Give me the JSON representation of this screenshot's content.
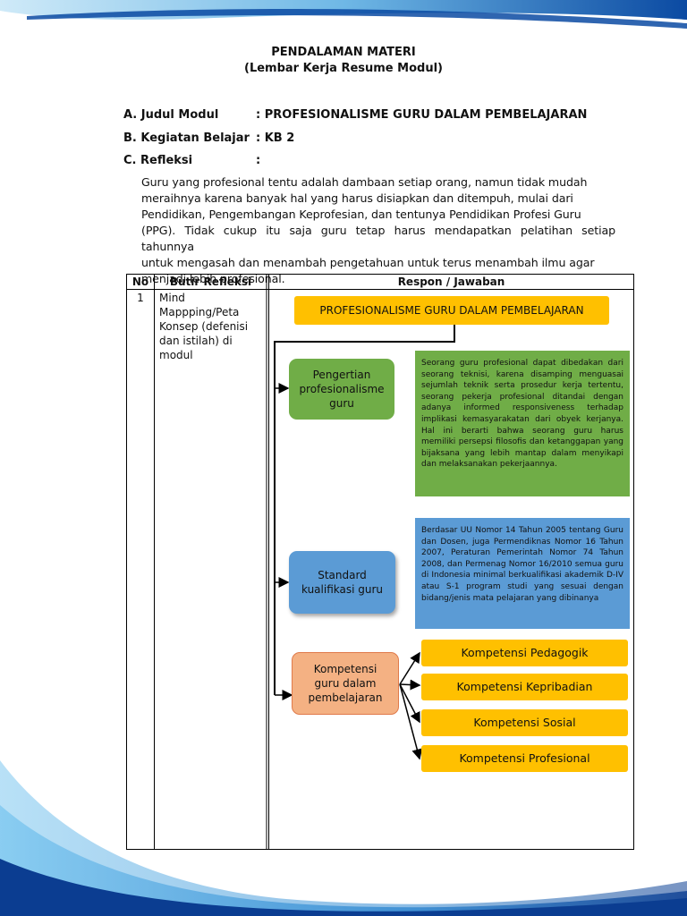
{
  "header": {
    "title": "PENDALAMAN MATERI",
    "subtitle": "(Lembar Kerja Resume Modul)"
  },
  "meta": [
    {
      "key": "A.  Judul Modul",
      "value": ": PROFESIONALISME GURU DALAM PEMBELAJARAN"
    },
    {
      "key": "B.  Kegiatan Belajar",
      "value": ": KB 2"
    },
    {
      "key": "C.  Refleksi",
      "value": ":"
    }
  ],
  "paragraph": {
    "lines": [
      "Guru yang profesional  tentu adalah dambaan  setiap orang, namun tidak mudah",
      "meraihnya karena banyak hal yang harus disiapkan dan ditempuh, mulai dari",
      "Pendidikan, Pengembangan Keprofesian, dan tentunya Pendidikan Profesi Guru",
      "(PPG). Tidak cukup itu saja guru tetap harus mendapatkan pelatihan setiap tahunnya",
      "untuk mengasah dan menambah pengetahuan untuk terus menambah ilmu agar",
      "menjadi lebih profesional."
    ]
  },
  "table": {
    "headers": {
      "no": "No",
      "butir": "Butir Refleksi",
      "respon": "Respon / Jawaban"
    },
    "row": {
      "no": "1",
      "butir_lines": [
        "Mind",
        "Mappping/Peta",
        "Konsep  (defenisi",
        "dan   istilah)   di",
        "modul"
      ]
    }
  },
  "mindmap": {
    "root": "PROFESIONALISME GURU DALAM PEMBELAJARAN",
    "branch1": {
      "label_lines": [
        "Pengertian",
        "profesionalisme",
        "guru"
      ],
      "desc": "Seorang guru profesional dapat dibedakan dari seorang teknisi, karena disamping menguasai sejumlah teknik serta prosedur kerja tertentu, seorang pekerja profesional ditandai dengan adanya informed responsiveness terhadap implikasi kemasyarakatan dari obyek kerjanya. Hal ini berarti bahwa seorang guru harus memiliki persepsi filosofis dan ketanggapan yang bijaksana yang lebih mantap dalam menyikapi dan melaksanakan pekerjaannya."
    },
    "branch2": {
      "label_lines": [
        "Standard",
        "kualifikasi guru"
      ],
      "desc": "Berdasar UU Nomor 14 Tahun 2005 tentang Guru dan Dosen, juga Permendiknas Nomor 16 Tahun 2007, Peraturan Pemerintah Nomor 74 Tahun 2008, dan Permenag Nomor 16/2010 semua guru di Indonesia minimal berkualifikasi akademik D-IV atau S-1 program studi yang sesuai dengan bidang/jenis mata pelajaran yang dibinanya"
    },
    "branch3": {
      "label_lines": [
        "Kompetensi",
        "guru dalam",
        "pembelajaran"
      ],
      "items": [
        "Kompetensi Pedagogik",
        "Kompetensi Kepribadian",
        "Kompetensi Sosial",
        "Kompetensi Profesional"
      ]
    }
  },
  "colors": {
    "yellow": "#ffc000",
    "green": "#70ad47",
    "blue": "#5b9bd5",
    "salmon": "#f4b183",
    "swoosh_dark": "#0b3d91",
    "swoosh_light": "#7ec8f0"
  }
}
